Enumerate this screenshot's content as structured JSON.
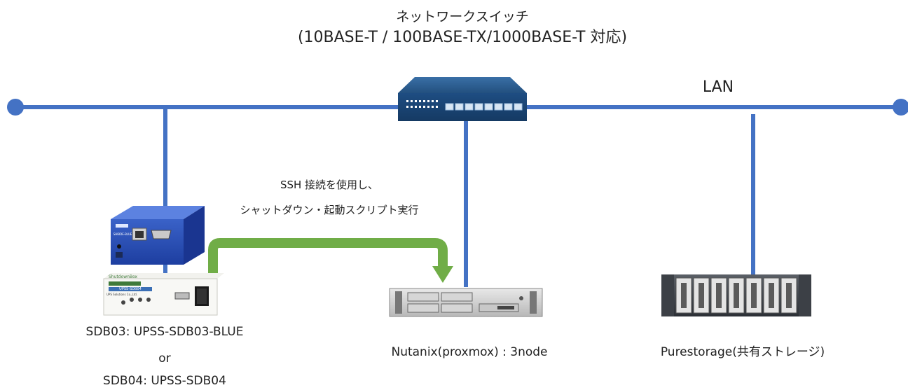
{
  "switch": {
    "title": "ネットワークスイッチ",
    "subtitle": "(10BASE-T / 100BASE-TX/1000BASE-T 対応)"
  },
  "lan": {
    "label": "LAN"
  },
  "arrow": {
    "line1": "SSH 接続を使用し、",
    "line2": "シャットダウン・起動スクリプト実行"
  },
  "shutdown_box": {
    "blue_label": "SHIBDE-BLUE",
    "white_label_top": "ShutdownBox",
    "white_label_model": "UPSS-SDB04",
    "white_label_maker": "UPS Solutions Co.,Ltd.",
    "caption_1": "SDB03: UPSS-SDB03-BLUE",
    "caption_or": "or",
    "caption_2": "SDB04: UPSS-SDB04"
  },
  "nutanix": {
    "caption": "Nutanix(proxmox) : 3node"
  },
  "storage": {
    "caption": "Purestorage(共有ストレージ)"
  },
  "colors": {
    "lan_line": "#4472c4",
    "arrow": "#70ad47",
    "switch_body": "#1f4e79"
  }
}
